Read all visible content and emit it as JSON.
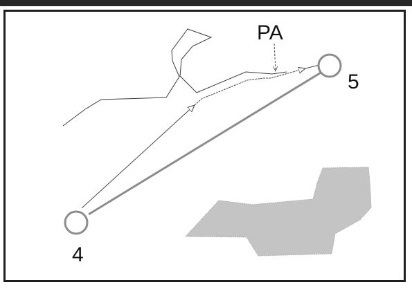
{
  "diagram": {
    "label_pa": "PA",
    "label_start": "4",
    "label_end": "5"
  },
  "colors": {
    "frame": "#1e1e1e",
    "top_bar": "#262626",
    "direct_line": "#8c8c8c",
    "node_stroke": "#8c8c8c",
    "obstacle": "#c4c4c4",
    "path_line": "#4a4a4a",
    "text": "#111111"
  }
}
